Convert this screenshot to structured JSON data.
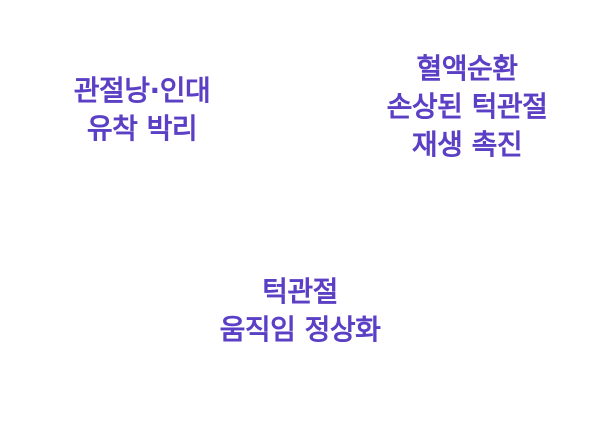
{
  "colors": {
    "text": "#5b3fc4",
    "background": "#ffffff"
  },
  "blocks": [
    {
      "lines": [
        "관절낭·인대",
        "유착 박리"
      ]
    },
    {
      "lines": [
        "혈액순환",
        "손상된 턱관절",
        "재생 촉진"
      ]
    },
    {
      "lines": [
        "턱관절",
        "움직임 정상화"
      ]
    }
  ]
}
